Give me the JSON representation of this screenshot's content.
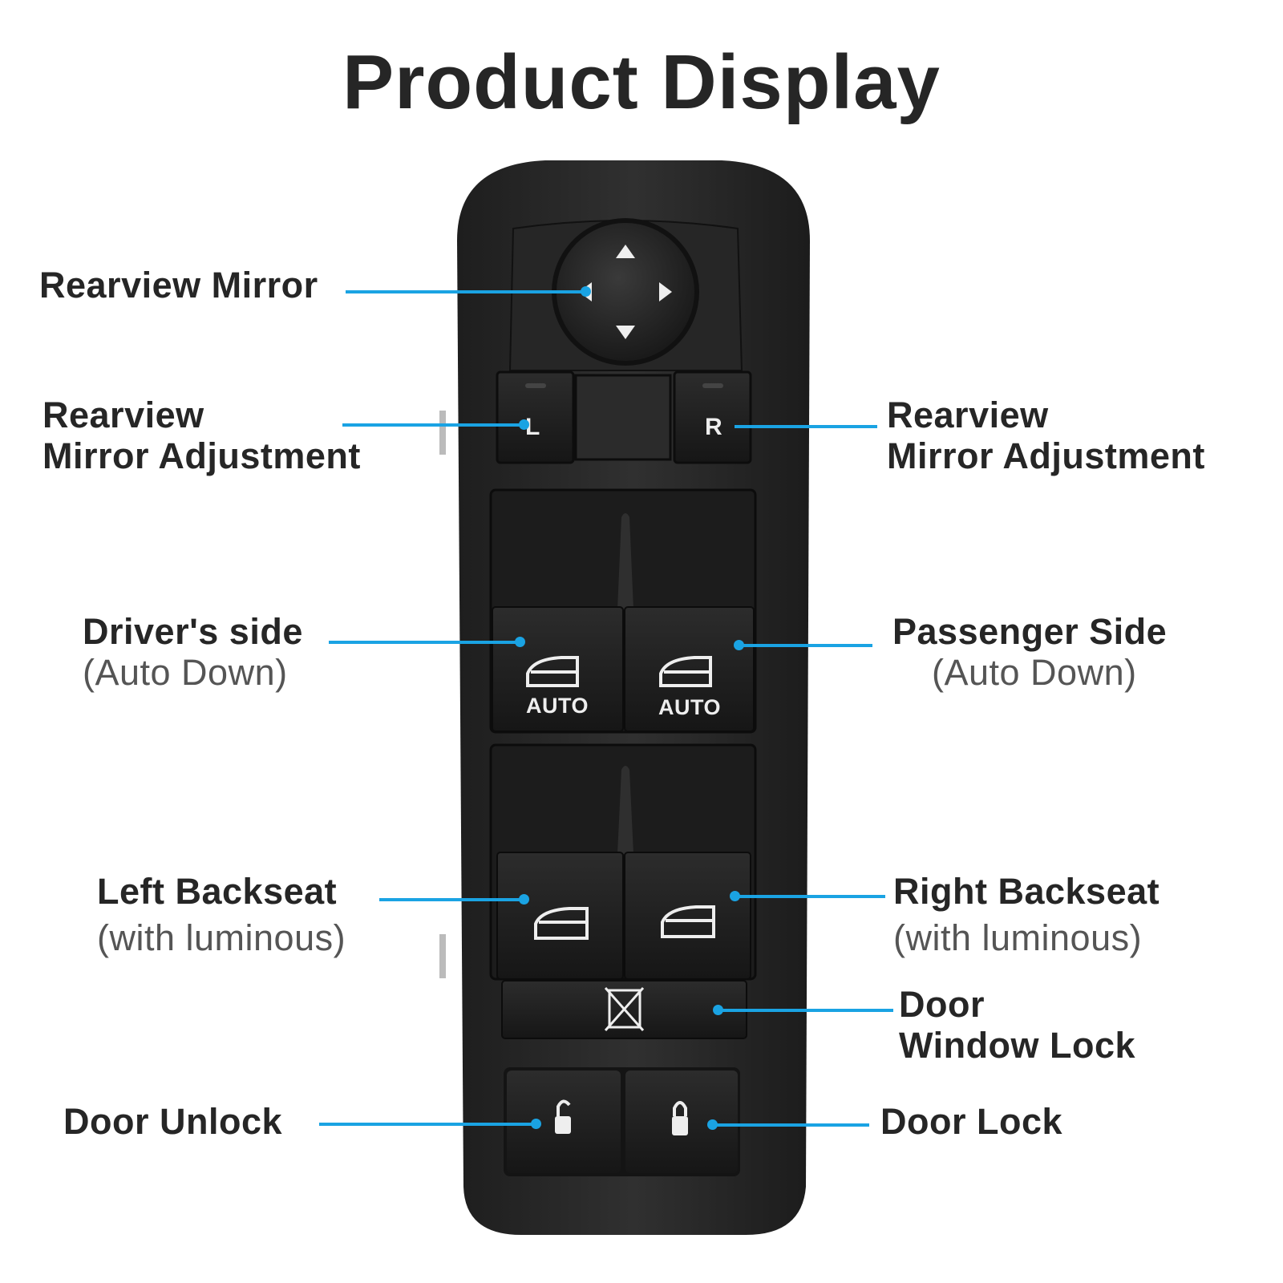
{
  "title": "Product Display",
  "labels": {
    "rearview_mirror": "Rearview Mirror",
    "mirror_adj_left": {
      "line1": "Rearview",
      "line2": "Mirror Adjustment"
    },
    "mirror_adj_right": {
      "line1": "Rearview",
      "line2": "Mirror Adjustment"
    },
    "drivers_side": {
      "line1": "Driver's side",
      "line2": "(Auto Down)"
    },
    "passenger_side": {
      "line1": "Passenger Side",
      "line2": "(Auto Down)"
    },
    "left_backseat": {
      "line1": "Left Backseat",
      "line2": "(with luminous)"
    },
    "right_backseat": {
      "line1": "Right Backseat",
      "line2": "(with luminous)"
    },
    "window_lock": {
      "line1": "Door",
      "line2": "Window Lock"
    },
    "door_unlock": "Door Unlock",
    "door_lock": "Door Lock"
  },
  "switch": {
    "left_key": "L",
    "right_key": "R",
    "auto_label_left": "AUTO",
    "auto_label_right": "AUTO"
  },
  "colors": {
    "callout": "#1aa3e3",
    "panel": "#2a2a2a"
  }
}
